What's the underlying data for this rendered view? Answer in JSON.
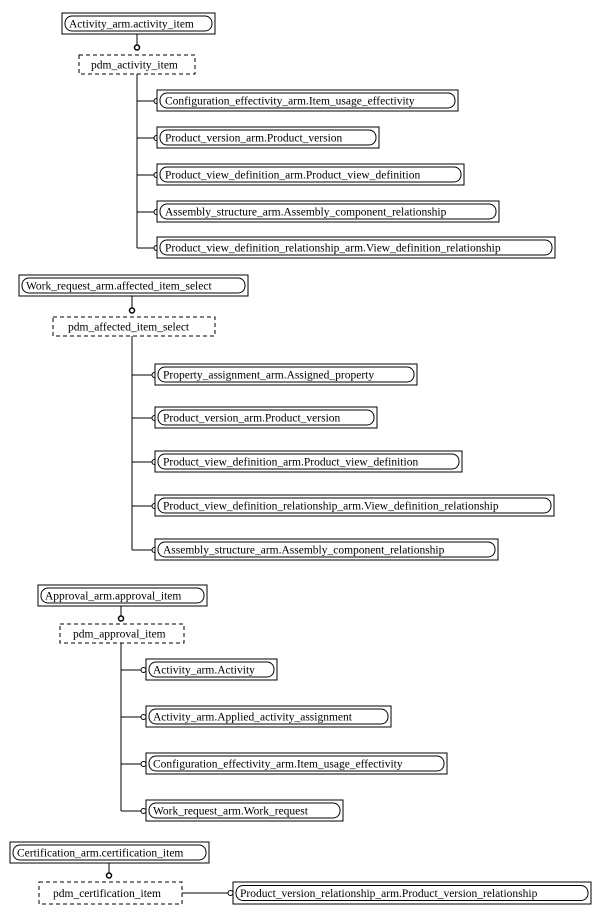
{
  "diagram": {
    "groups": [
      {
        "parent": "Activity_arm.activity_item",
        "select": "pdm_activity_item",
        "items": [
          "Configuration_effectivity_arm.Item_usage_effectivity",
          "Product_version_arm.Product_version",
          "Product_view_definition_arm.Product_view_definition",
          "Assembly_structure_arm.Assembly_component_relationship",
          "Product_view_definition_relationship_arm.View_definition_relationship"
        ]
      },
      {
        "parent": "Work_request_arm.affected_item_select",
        "select": "pdm_affected_item_select",
        "items": [
          "Property_assignment_arm.Assigned_property",
          "Product_version_arm.Product_version",
          "Product_view_definition_arm.Product_view_definition",
          "Product_view_definition_relationship_arm.View_definition_relationship",
          "Assembly_structure_arm.Assembly_component_relationship"
        ]
      },
      {
        "parent": "Approval_arm.approval_item",
        "select": "pdm_approval_item",
        "items": [
          "Activity_arm.Activity",
          "Activity_arm.Applied_activity_assignment",
          "Configuration_effectivity_arm.Item_usage_effectivity",
          "Work_request_arm.Work_request"
        ]
      },
      {
        "parent": "Certification_arm.certification_item",
        "select": "pdm_certification_item",
        "items": [
          "Product_version_relationship_arm.Product_version_relationship"
        ]
      }
    ]
  }
}
